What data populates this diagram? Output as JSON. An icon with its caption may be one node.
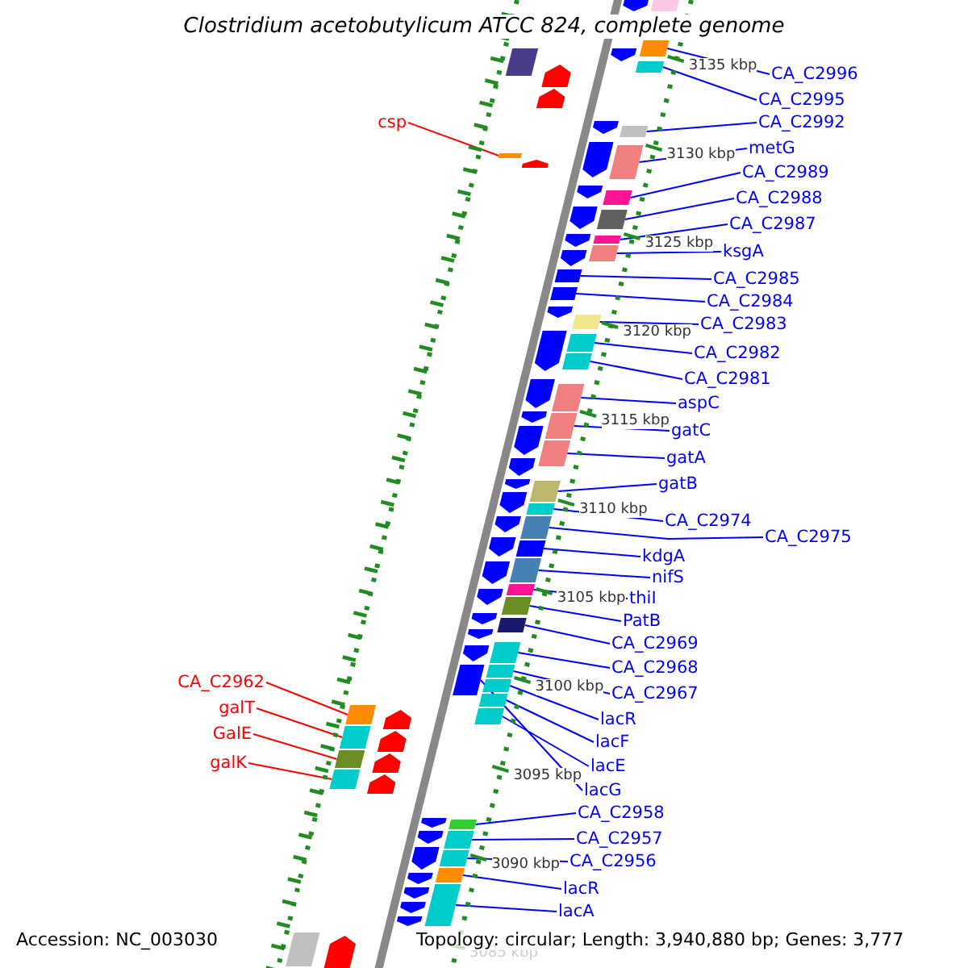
{
  "diagram": {
    "title": "Clostridium acetobutylicum ATCC 824, complete genome",
    "nodes": [
      {
        "text": [
          "CA_C2996"
        ]
      },
      {
        "text": [
          "CA_C2995"
        ]
      },
      {
        "text": [
          "CA_C2992"
        ]
      },
      {
        "text": [
          "metG"
        ]
      },
      {
        "text": [
          "CA_C2989"
        ]
      },
      {
        "text": [
          "CA_C2988"
        ]
      },
      {
        "text": [
          "CA_C2987"
        ]
      },
      {
        "text": [
          "ksgA"
        ]
      },
      {
        "text": [
          "CA_C2985"
        ]
      },
      {
        "text": [
          "CA_C2984"
        ]
      },
      {
        "text": [
          "CA_C2983"
        ]
      },
      {
        "text": [
          "CA_C2982"
        ]
      },
      {
        "text": [
          "CA_C2981"
        ]
      },
      {
        "text": [
          "aspC"
        ]
      },
      {
        "text": [
          "gatC"
        ]
      },
      {
        "text": [
          "gatA"
        ]
      },
      {
        "text": [
          "gatB"
        ]
      },
      {
        "text": [
          "CA_C2974"
        ]
      },
      {
        "text": [
          "CA_C2975"
        ]
      },
      {
        "text": [
          "kdgA"
        ]
      },
      {
        "text": [
          "nifS"
        ]
      },
      {
        "text": [
          "thiI"
        ]
      },
      {
        "text": [
          "PatB"
        ]
      },
      {
        "text": [
          "CA_C2969"
        ]
      },
      {
        "text": [
          "CA_C2968"
        ]
      },
      {
        "text": [
          "CA_C2967"
        ]
      },
      {
        "text": [
          "lacR"
        ]
      },
      {
        "text": [
          "lacF"
        ]
      },
      {
        "text": [
          "lacE"
        ]
      },
      {
        "text": [
          "lacG"
        ]
      },
      {
        "text": [
          "CA_C2958"
        ]
      },
      {
        "text": [
          "CA_C2957"
        ]
      },
      {
        "text": [
          "CA_C2956"
        ]
      },
      {
        "text": [
          "lacR"
        ]
      },
      {
        "text": [
          "lacA"
        ]
      },
      {
        "text": [
          "csp"
        ]
      },
      {
        "text": [
          "CA_C2962"
        ]
      },
      {
        "text": [
          "galT"
        ]
      },
      {
        "text": [
          "GalE"
        ]
      },
      {
        "text": [
          "galK"
        ]
      },
      {
        "text": [],
        "shape": "box"
      },
      {
        "text": [],
        "shape": "box"
      },
      {
        "text": [],
        "shape": "box"
      },
      {
        "text": [],
        "shape": "box"
      },
      {
        "text": [],
        "shape": "box"
      },
      {
        "text": [],
        "shape": "box"
      },
      {
        "text": [],
        "shape": "box"
      },
      {
        "text": [],
        "shape": "box"
      },
      {
        "text": [],
        "shape": "box"
      },
      {
        "text": [],
        "shape": "box"
      },
      {
        "text": [],
        "shape": "box"
      },
      {
        "text": [],
        "shape": "box"
      },
      {
        "text": [],
        "shape": "box"
      },
      {
        "text": [],
        "shape": "box"
      },
      {
        "text": [],
        "shape": "box"
      },
      {
        "text": [],
        "shape": "box"
      },
      {
        "text": [],
        "shape": "box"
      },
      {
        "text": [],
        "shape": "box"
      },
      {
        "text": [],
        "shape": "box"
      },
      {
        "text": [],
        "shape": "box"
      },
      {
        "text": [],
        "shape": "box"
      },
      {
        "text": [],
        "shape": "box"
      },
      {
        "text": [],
        "shape": "box"
      },
      {
        "text": [],
        "shape": "box"
      },
      {
        "text": [],
        "shape": "box"
      },
      {
        "text": [],
        "shape": "box"
      },
      {
        "text": [],
        "shape": "box"
      },
      {
        "text": [],
        "shape": "box"
      },
      {
        "text": [],
        "shape": "box"
      },
      {
        "text": [],
        "shape": "box"
      },
      {
        "text": [],
        "shape": "box"
      },
      {
        "text": [],
        "shape": "box"
      },
      {
        "text": [],
        "shape": "box"
      },
      {
        "text": [],
        "shape": "box"
      },
      {
        "text": [],
        "shape": "box"
      },
      {
        "text": [],
        "shape": "box"
      },
      {
        "text": [],
        "shape": "box"
      },
      {
        "text": [],
        "shape": "box"
      },
      {
        "text": [],
        "shape": "box"
      },
      {
        "text": [],
        "shape": "box"
      },
      {
        "text": [],
        "shape": "box"
      },
      {
        "text": [],
        "shape": "box"
      },
      {
        "text": [],
        "shape": "box"
      },
      {
        "text": [],
        "shape": "arrow"
      },
      {
        "text": [],
        "shape": "arrow"
      },
      {
        "text": [],
        "shape": "arrow"
      },
      {
        "text": [],
        "shape": "arrow"
      },
      {
        "text": [],
        "shape": "arrow"
      },
      {
        "text": [],
        "shape": "arrow"
      },
      {
        "text": [],
        "shape": "arrow"
      },
      {
        "text": [],
        "shape": "arrow"
      },
      {
        "text": [],
        "shape": "arrow"
      },
      {
        "text": [],
        "shape": "arrow"
      },
      {
        "text": [],
        "shape": "arrow"
      },
      {
        "text": [],
        "shape": "arrow"
      },
      {
        "text": [],
        "shape": "arrow"
      },
      {
        "text": [],
        "shape": "arrow"
      },
      {
        "text": [],
        "shape": "arrow"
      },
      {
        "text": [],
        "shape": "arrow"
      },
      {
        "text": [],
        "shape": "arrow"
      },
      {
        "text": [],
        "shape": "arrow"
      },
      {
        "text": [],
        "shape": "arrow"
      },
      {
        "text": [],
        "shape": "arrow"
      },
      {
        "text": [],
        "shape": "arrow"
      },
      {
        "text": [],
        "shape": "arrow"
      },
      {
        "text": [],
        "shape": "arrow"
      },
      {
        "text": [],
        "shape": "arrow"
      },
      {
        "text": [],
        "shape": "arrow"
      },
      {
        "text": [],
        "shape": "arrow"
      },
      {
        "text": [],
        "shape": "arrow"
      },
      {
        "text": [],
        "shape": "arrow"
      },
      {
        "text": [],
        "shape": "arrow"
      },
      {
        "text": [],
        "shape": "arrow"
      },
      {
        "text": [],
        "shape": "arrow"
      },
      {
        "text": [],
        "shape": "arrow"
      },
      {
        "text": [],
        "shape": "arrow"
      },
      {
        "text": [],
        "shape": "arrow"
      },
      {
        "text": [],
        "shape": "arrow"
      },
      {
        "text": [],
        "shape": "arrow"
      },
      {
        "text": [],
        "shape": "arrow"
      },
      {
        "text": [],
        "shape": "arrow"
      }
    ],
    "edges": [
      {
        "from": 0,
        "to": 40,
        "arrow": "none"
      },
      {
        "from": 1,
        "to": 41,
        "arrow": "none"
      },
      {
        "from": 2,
        "to": 42,
        "arrow": "none"
      },
      {
        "from": 3,
        "to": 43,
        "arrow": "none"
      },
      {
        "from": 4,
        "to": 44,
        "arrow": "none"
      },
      {
        "from": 5,
        "to": 45,
        "arrow": "none"
      },
      {
        "from": 6,
        "to": 46,
        "arrow": "none"
      },
      {
        "from": 7,
        "to": 47,
        "arrow": "none"
      },
      {
        "from": 8,
        "to": 48,
        "arrow": "none"
      },
      {
        "from": 9,
        "to": 49,
        "arrow": "none"
      },
      {
        "from": 10,
        "to": 50,
        "arrow": "none"
      },
      {
        "from": 11,
        "to": 51,
        "arrow": "none"
      },
      {
        "from": 12,
        "to": 52,
        "arrow": "none"
      },
      {
        "from": 13,
        "to": 53,
        "arrow": "none"
      },
      {
        "from": 14,
        "to": 54,
        "arrow": "none"
      },
      {
        "from": 15,
        "to": 55,
        "arrow": "none"
      },
      {
        "from": 16,
        "to": 56,
        "arrow": "none"
      },
      {
        "from": 17,
        "to": 57,
        "arrow": "none"
      },
      {
        "from": 18,
        "to": 58,
        "arrow": "none"
      },
      {
        "from": 19,
        "to": 59,
        "arrow": "none"
      },
      {
        "from": 20,
        "to": 60,
        "arrow": "none"
      },
      {
        "from": 21,
        "to": 61,
        "arrow": "none"
      },
      {
        "from": 22,
        "to": 62,
        "arrow": "none"
      },
      {
        "from": 23,
        "to": 63,
        "arrow": "none"
      },
      {
        "from": 24,
        "to": 64,
        "arrow": "none"
      },
      {
        "from": 25,
        "to": 65,
        "arrow": "none"
      },
      {
        "from": 26,
        "to": 66,
        "arrow": "none"
      },
      {
        "from": 27,
        "to": 67,
        "arrow": "none"
      },
      {
        "from": 28,
        "to": 68,
        "arrow": "none"
      },
      {
        "from": 29,
        "to": 69,
        "arrow": "none"
      },
      {
        "from": 30,
        "to": 70,
        "arrow": "none"
      },
      {
        "from": 31,
        "to": 71,
        "arrow": "none"
      },
      {
        "from": 32,
        "to": 72,
        "arrow": "none"
      },
      {
        "from": 33,
        "to": 73,
        "arrow": "none"
      },
      {
        "from": 34,
        "to": 74,
        "arrow": "none"
      },
      {
        "from": 35,
        "to": 75,
        "arrow": "none",
        "color": "#ff0000"
      },
      {
        "from": 36,
        "to": 76,
        "arrow": "none",
        "color": "#ff0000"
      },
      {
        "from": 37,
        "to": 77,
        "arrow": "none",
        "color": "#ff0000"
      },
      {
        "from": 38,
        "to": 78,
        "arrow": "none",
        "color": "#ff0000"
      },
      {
        "from": 39,
        "to": 79,
        "arrow": "none",
        "color": "#ff0000"
      }
    ],
    "labels": [
      "3135 kbp",
      "3130 kbp",
      "3125 kbp",
      "3120 kbp",
      "3115 kbp",
      "3110 kbp",
      "3105 kbp",
      "3100 kbp",
      "3095 kbp",
      "3090 kbp",
      "3085 kbp",
      "Accession: NC_003030",
      "Topology: circular; Length: 3,940,880 bp; Genes: 3,777"
    ]
  }
}
